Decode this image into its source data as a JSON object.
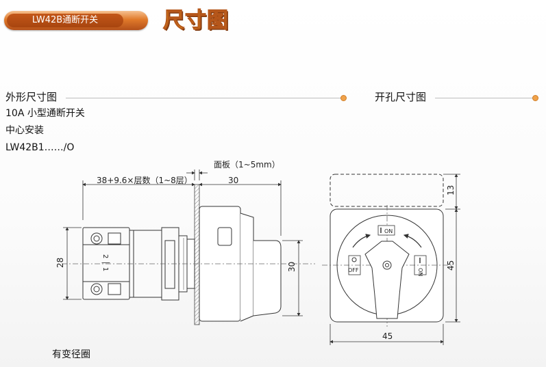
{
  "header": {
    "pill_label": "LW42B通断开关",
    "title": "尺寸图"
  },
  "sections": {
    "outline_title": "外形尺寸图",
    "cutout_title": "开孔尺寸图"
  },
  "description": {
    "line1": "10A 小型通断开关",
    "line2": "中心安装",
    "line3": "LW42B1……/O"
  },
  "side_drawing": {
    "panel_label": "面板（1~5mm）",
    "length_label": "38+9.6×层数（1~8层）",
    "depth_label": "30",
    "height_left": "28",
    "height_right": "30",
    "contact_marks": "2 │ 1"
  },
  "front_drawing": {
    "cutout_height": "13",
    "width": "45",
    "height": "45",
    "on_top": "ON",
    "on_right": "ON",
    "off_label": "OFF"
  },
  "footer": {
    "note": "有变径圈"
  },
  "colors": {
    "accent_orange": "#e07a2a",
    "title_yellow": "#ffd21a",
    "dot_orange": "#f0a24a"
  }
}
